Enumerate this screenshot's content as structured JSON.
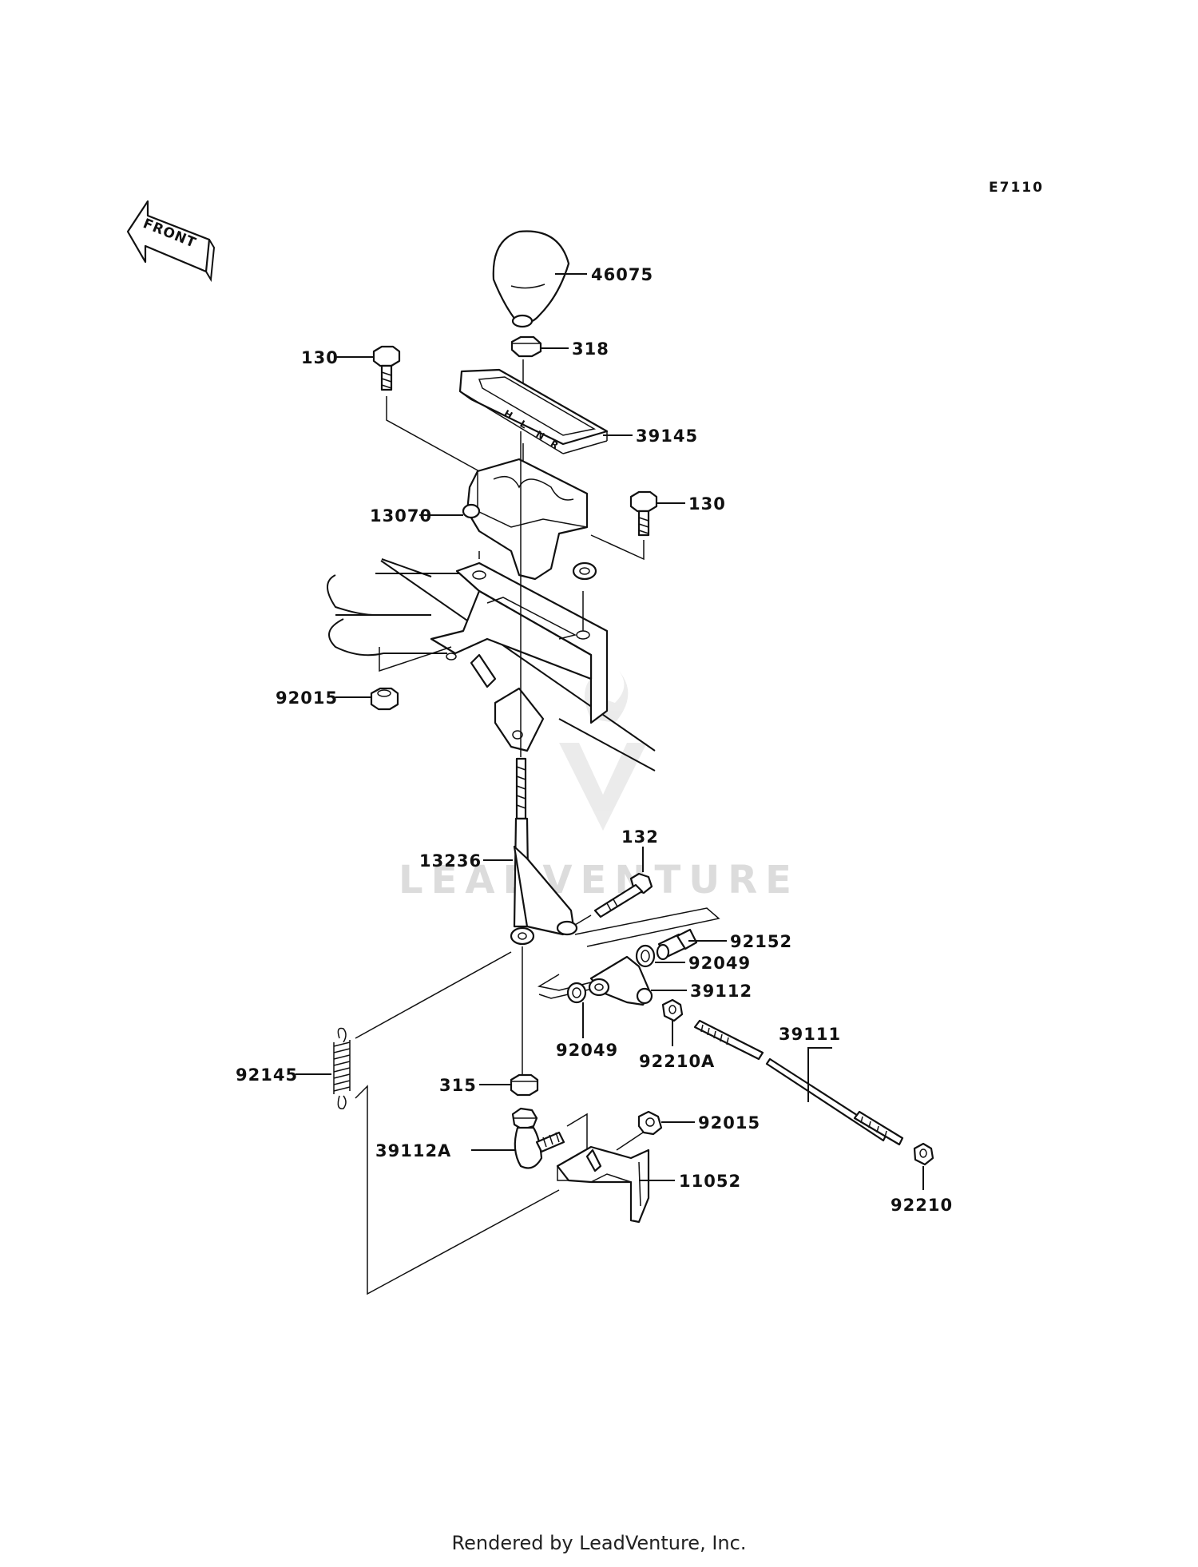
{
  "diagram_code": "E7110",
  "front_label": "FRONT",
  "watermark": "LEADVENTURE",
  "footer": "Rendered by LeadVenture, Inc.",
  "parts": {
    "knob": "46075",
    "knob_nut": "318",
    "bolt_left": "130",
    "plate": "39145",
    "bolt_right": "130",
    "guide": "13070",
    "nut_left": "92015",
    "lever_rod": "13236",
    "bolt_pivot": "132",
    "collar": "92152",
    "washer_right": "92049",
    "joint": "39112",
    "washer_left": "92049",
    "nut_joint": "92210A",
    "tie_rod": "39111",
    "spring": "92145",
    "nut_lower": "315",
    "ball_joint": "39112A",
    "nut_bracket": "92015",
    "bracket": "11052",
    "nut_end": "92210"
  }
}
